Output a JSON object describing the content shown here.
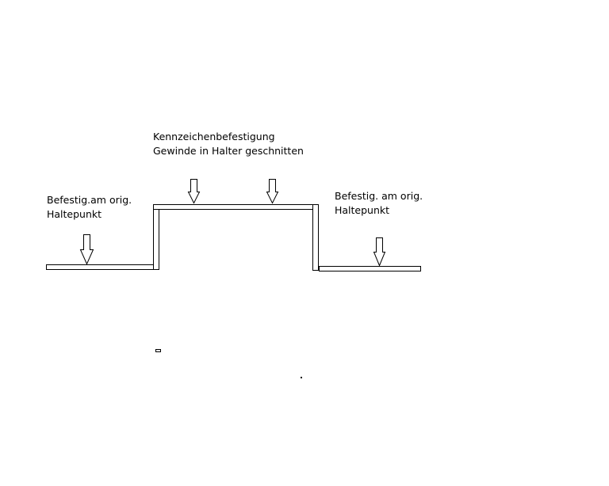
{
  "labels": {
    "center": {
      "line1": "Kennzeichenbefestigung",
      "line2": "Gewinde in Halter geschnitten"
    },
    "left": {
      "line1": "Befestig.am orig.",
      "line2": "Haltepunkt"
    },
    "right": {
      "line1": "Befestig. am orig.",
      "line2": "Haltepunkt"
    }
  },
  "colors": {
    "stroke": "#000000",
    "fill": "#ffffff"
  },
  "icons": {
    "arrow": "down-arrow-icon"
  }
}
